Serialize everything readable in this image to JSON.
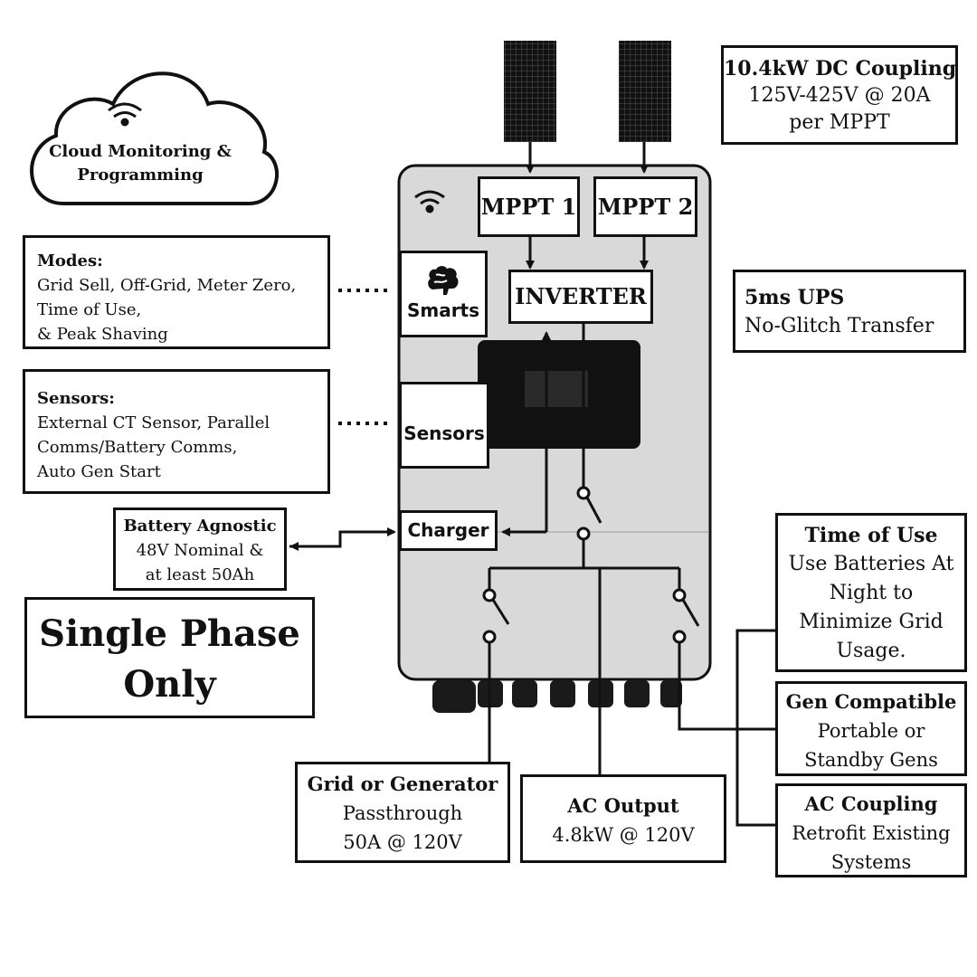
{
  "cloud": {
    "line1": "Cloud Monitoring &",
    "line2": "Programming"
  },
  "dc_coupling": {
    "title": "10.4kW DC Coupling",
    "line1": "125V-425V @ 20A",
    "line2": "per MPPT"
  },
  "inverter_unit": {
    "mppt1": "MPPT 1",
    "mppt2": "MPPT 2",
    "inverter": "INVERTER",
    "smarts": "Smarts",
    "sensors": "Sensors",
    "charger": "Charger"
  },
  "modes": {
    "title": "Modes:",
    "lines": [
      "Grid Sell, Off-Grid, Meter Zero,",
      "Time of Use,",
      "& Peak Shaving"
    ]
  },
  "sensors_info": {
    "title": "Sensors:",
    "lines": [
      "External CT Sensor, Parallel",
      "Comms/Battery Comms,",
      "Auto Gen Start"
    ]
  },
  "battery": {
    "title": "Battery Agnostic",
    "lines": [
      "48V Nominal &",
      "at least 50Ah"
    ]
  },
  "phase": {
    "line1": "Single Phase",
    "line2": "Only"
  },
  "ups": {
    "title": "5ms UPS",
    "line1": "No-Glitch Transfer"
  },
  "time_of_use": {
    "title": "Time of Use",
    "lines": [
      "Use Batteries At",
      "Night to",
      "Minimize Grid",
      "Usage."
    ]
  },
  "gen_compatible": {
    "title": "Gen Compatible",
    "lines": [
      "Portable or",
      "Standby Gens"
    ]
  },
  "ac_coupling": {
    "title": "AC Coupling",
    "lines": [
      "Retrofit Existing",
      "Systems"
    ]
  },
  "grid_generator": {
    "title": "Grid or Generator",
    "lines": [
      "Passthrough",
      "50A @ 120V"
    ]
  },
  "ac_output": {
    "title": "AC Output",
    "line1": "4.8kW @ 120V"
  }
}
